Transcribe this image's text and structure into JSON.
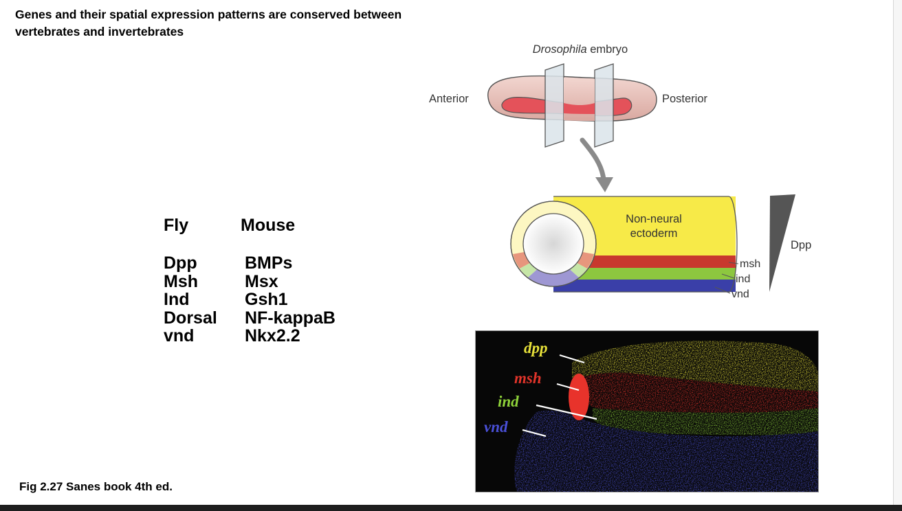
{
  "slide": {
    "title": "Genes and their spatial expression patterns are conserved between vertebrates and invertebrates",
    "caption": "Fig 2.27 Sanes book 4th ed."
  },
  "homology_table": {
    "headers": {
      "fly": "Fly",
      "mouse": "Mouse"
    },
    "rows": [
      {
        "fly": "Dpp",
        "mouse": "BMPs"
      },
      {
        "fly": "Msh",
        "mouse": "Msx"
      },
      {
        "fly": "Ind",
        "mouse": "Gsh1"
      },
      {
        "fly": "Dorsal",
        "mouse": "NF-kappaB"
      },
      {
        "fly": "vnd",
        "mouse": "Nkx2.2"
      }
    ]
  },
  "embryo_diagram": {
    "title_italic": "Drosophila",
    "title_rest": " embryo",
    "anterior": "Anterior",
    "posterior": "Posterior",
    "region_line1": "Non-neural",
    "region_line2": "ectoderm",
    "gradient_label": "Dpp",
    "bands": [
      {
        "label": "msh",
        "color": "#c8382e"
      },
      {
        "label": "ind",
        "color": "#8dc73f"
      },
      {
        "label": "vnd",
        "color": "#3a3fa8"
      }
    ],
    "ectoderm_color": "#f7ea48"
  },
  "micrograph": {
    "labels": [
      {
        "text": "dpp",
        "color": "#e8e23a"
      },
      {
        "text": "msh",
        "color": "#e0342a"
      },
      {
        "text": "ind",
        "color": "#8fd33a"
      },
      {
        "text": "vnd",
        "color": "#4a50d8"
      }
    ]
  }
}
